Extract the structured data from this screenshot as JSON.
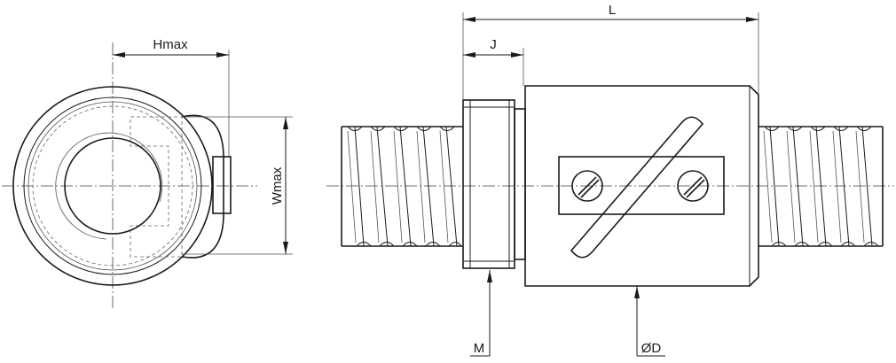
{
  "labels": {
    "hmax": "Hmax",
    "wmax": "Wmax",
    "l": "L",
    "j": "J",
    "m": "M",
    "d": "ØD"
  }
}
